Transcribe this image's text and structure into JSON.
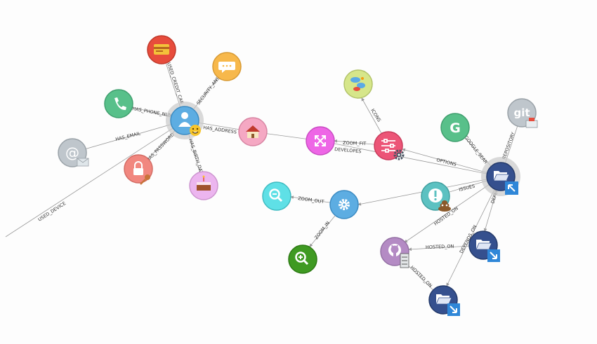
{
  "nodes": {
    "user": {
      "color": "#5dade2",
      "icon": "user-icon",
      "badge": "smiley-emoji"
    },
    "credit_card": {
      "color": "#e74c3c",
      "icon": "credit-card-icon"
    },
    "security_answer": {
      "color": "#f7b84b",
      "icon": "speech-bubble-icon"
    },
    "phone": {
      "color": "#58c08a",
      "icon": "phone-icon"
    },
    "email": {
      "color": "#bfc6cc",
      "icon": "at-sign-icon",
      "badge": "envelope-icon"
    },
    "password": {
      "color": "#f1877f",
      "icon": "lock-icon",
      "badge": "key-icon"
    },
    "birth_date": {
      "color": "#ecb5ef",
      "icon": "cake-icon"
    },
    "address": {
      "color": "#f5a8c3",
      "icon": "house-icon"
    },
    "developer_tools": {
      "color": "#ee66e6",
      "icon": "expand-arrows-icon"
    },
    "options": {
      "color": "#ec5577",
      "icon": "sliders-icon",
      "badge": "gear-icon"
    },
    "icons": {
      "color": "#d6e68a",
      "icon": "birds-icon"
    },
    "google": {
      "color": "#58c08a",
      "icon": "google-g-icon",
      "text": "G"
    },
    "git": {
      "color": "#bfc6cc",
      "icon": "git-icon",
      "text": "git"
    },
    "repository": {
      "color": "#35508e",
      "icon": "folder-open-icon",
      "badge": "shortcut-arrow-icon"
    },
    "issues": {
      "color": "#5cc1c1",
      "icon": "exclamation-icon",
      "badge": "poop-emoji"
    },
    "settings": {
      "color": "#5dade2",
      "icon": "gear-icon"
    },
    "zoom_out": {
      "color": "#5fe0e6",
      "icon": "zoom-out-icon"
    },
    "zoom_in": {
      "color": "#3f9a22",
      "icon": "zoom-in-icon"
    },
    "github": {
      "color": "#b48bc4",
      "icon": "github-icon",
      "badge": "server-icon"
    },
    "dependency_1": {
      "color": "#35508e",
      "icon": "folder-open-icon",
      "badge": "shortcut-arrow-icon"
    },
    "dependency_2": {
      "color": "#35508e",
      "icon": "folder-open-icon",
      "badge": "shortcut-arrow-icon"
    }
  },
  "edges": {
    "used_credit_card": "USED_CREDIT_CAR",
    "security_answer": "SECURITY_ANS",
    "has_phone_number": "HAS_PHONE_NUMB",
    "has_email": "HAS_EMAIL",
    "has_password": "HAS_PASSWORD",
    "has_birth_date": "HAS_BIRTH_DATE",
    "has_address": "HAS_ADDRESS",
    "used_device": "USED_DEVICE",
    "zoom_fit": "ZOOM_FIT",
    "developes": "DEVELOPES",
    "icons": "ICONS",
    "options": "OPTIONS",
    "google_search": "GOOGLE_SEAR",
    "repository": "REPOSITORY",
    "issues": "ISSUES",
    "hosted_on_1": "HOSTED_ON",
    "hosted_on_2": "HOSTED_ON",
    "hosted_on_3": "HOSTED_ON",
    "depends_on_1": "DEPENDS_ON",
    "depends_on_2": "DEPENDS_ON",
    "zoom_out": "ZOOM_OUT",
    "zoom_in": "ZOOM_IN"
  }
}
